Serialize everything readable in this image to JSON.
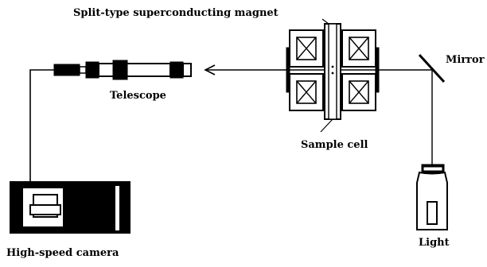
{
  "labels": {
    "magnet": "Split-type superconducting magnet",
    "mirror": "Mirror",
    "telescope": "Telescope",
    "sample_cell": "Sample cell",
    "light": "Light",
    "camera": "High-speed camera"
  },
  "colors": {
    "ink": "#000000",
    "background": "#ffffff"
  }
}
